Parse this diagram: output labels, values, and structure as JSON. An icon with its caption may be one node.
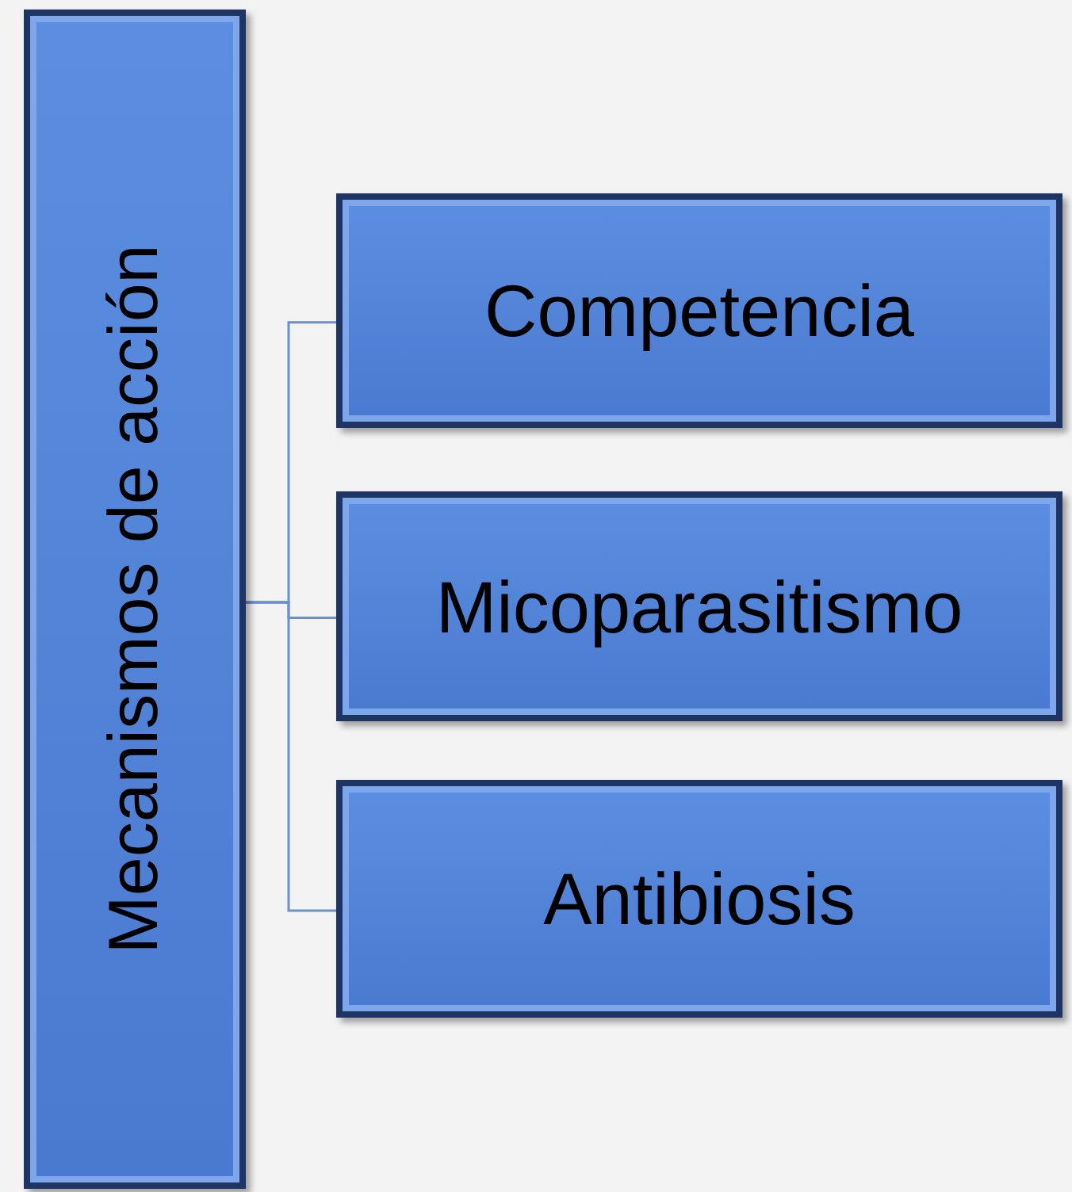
{
  "diagram": {
    "nodes": [
      {
        "text": [
          "Mecanismos de acción"
        ]
      },
      {
        "text": [
          "Competencia"
        ]
      },
      {
        "text": [
          "Micoparasitismo"
        ]
      },
      {
        "text": [
          "Antibiosis"
        ]
      }
    ],
    "edges": [
      {
        "from": 0,
        "to": 1,
        "arrow": "none"
      },
      {
        "from": 0,
        "to": 2,
        "arrow": "none"
      },
      {
        "from": 0,
        "to": 3,
        "arrow": "none"
      }
    ]
  }
}
